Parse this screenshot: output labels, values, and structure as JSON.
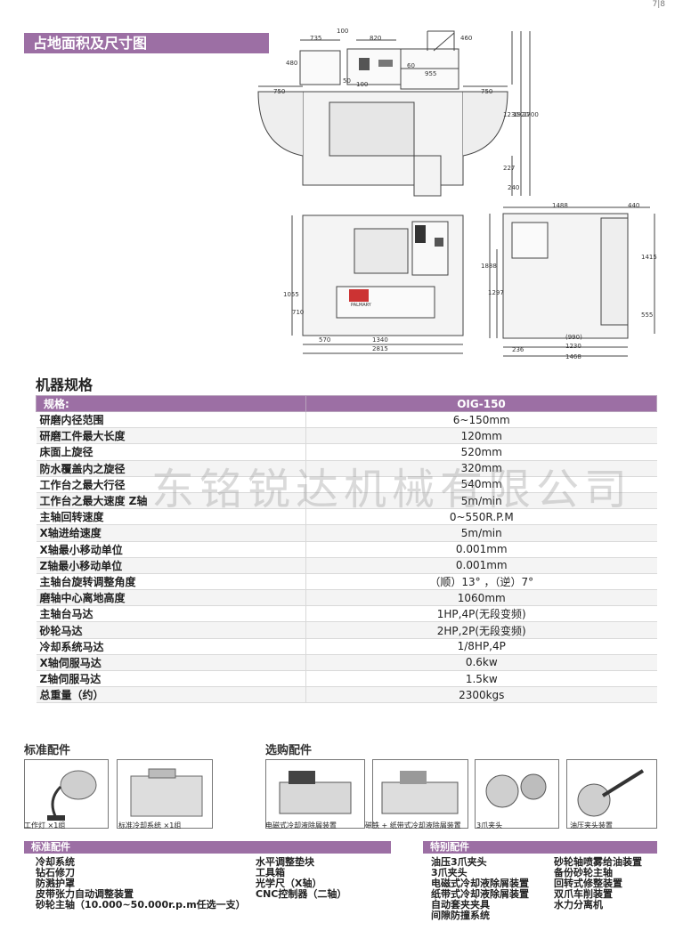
{
  "page_number": "7|8",
  "footprint": {
    "title": "占地面积及尺寸图",
    "top_view_dims": [
      "735",
      "100",
      "820",
      "460",
      "480",
      "50",
      "60",
      "100",
      "955",
      "750",
      "750",
      "1230",
      "1920",
      "2700",
      "227",
      "240"
    ],
    "front_view_dims": [
      "1055",
      "710",
      "570",
      "1340",
      "2815"
    ],
    "side_view_dims": [
      "1488",
      "440",
      "1888",
      "1297",
      "1415",
      "555",
      "(990)",
      "236",
      "1230",
      "1468"
    ],
    "brand_logo_text": "PALMARY"
  },
  "spec": {
    "heading": "机器规格",
    "col1": "规格:",
    "col2": "OIG-150",
    "rows": [
      {
        "k": "研磨内径范围",
        "v": "6~150mm"
      },
      {
        "k": "研磨工件最大长度",
        "v": "120mm"
      },
      {
        "k": "床面上旋径",
        "v": "520mm"
      },
      {
        "k": "防水覆盖内之旋径",
        "v": "320mm"
      },
      {
        "k": "工作台之最大行径",
        "v": "540mm"
      },
      {
        "k": "工作台之最大速度 Z轴",
        "v": "5m/min"
      },
      {
        "k": "主轴回转速度",
        "v": "0~550R.P.M"
      },
      {
        "k": "X轴进给速度",
        "v": "5m/min"
      },
      {
        "k": "X轴最小移动单位",
        "v": "0.001mm"
      },
      {
        "k": "Z轴最小移动单位",
        "v": "0.001mm"
      },
      {
        "k": "主轴台旋转调整角度",
        "v": "（顺）13° ，（逆）7°"
      },
      {
        "k": "磨轴中心离地高度",
        "v": "1060mm"
      },
      {
        "k": "主轴台马达",
        "v": "1HP,4P(无段变频)"
      },
      {
        "k": "砂轮马达",
        "v": "2HP,2P(无段变频)"
      },
      {
        "k": "冷却系统马达",
        "v": "1/8HP,4P"
      },
      {
        "k": "X轴伺服马达",
        "v": "0.6kw"
      },
      {
        "k": "Z轴伺服马达",
        "v": "1.5kw"
      },
      {
        "k": "总重量（约）",
        "v": "2300kgs"
      }
    ]
  },
  "watermark": "东铭锐达机械有限公司",
  "accessories": {
    "standard_title": "标准配件",
    "optional_title": "选购配件",
    "standard_items": [
      "工作灯 ×1组",
      "标准冷却系统 ×1组"
    ],
    "optional_items": [
      "电磁式冷却液除屑装置",
      "磁铁 + 纸带式冷却液除屑装置",
      "3爪夹头",
      "油压夹头装置"
    ]
  },
  "bottom": {
    "standard_band": "标准配件",
    "special_band": "特别配件",
    "standard_col1": [
      "冷却系统",
      "钻石修刀",
      "防溅护罩",
      "皮带张力自动调整装置",
      "砂轮主轴（10.000~50.000r.p.m任选一支）"
    ],
    "standard_col2": [
      "水平调整垫块",
      "工具箱",
      "光学尺（X轴）",
      "CNC控制器（二轴）"
    ],
    "special_col1": [
      "油压3爪夹头",
      "3爪夹头",
      "电磁式冷却液除屑装置",
      "纸带式冷却液除屑装置",
      "自动套夹夹具",
      "间隙防撞系统"
    ],
    "special_col2": [
      "砂轮轴喷雾给油装置",
      "备份砂轮主轴",
      "回转式修整装置",
      "双爪车削装置",
      "水力分离机"
    ]
  }
}
